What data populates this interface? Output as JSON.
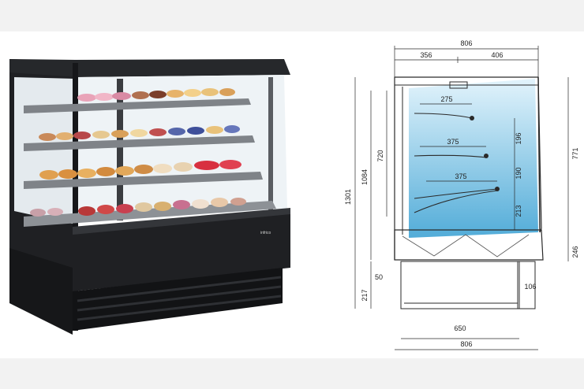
{
  "colors": {
    "cabinet": "#1f2023",
    "cabinet_dark": "#111214",
    "shelf": "#7f8388",
    "glass": "#eef3f6",
    "interior_blue": "#3fa3d4",
    "interior_light": "#dff2fb",
    "line": "#2a2a2a"
  },
  "photo": {
    "brand_label": "infrico"
  },
  "drawing": {
    "dims": {
      "top_total": "806",
      "top_left": "356",
      "top_right": "406",
      "shelf_top_depth": "275",
      "shelf_mid_depth": "375",
      "shelf_low_depth": "375",
      "shelf_gap_1": "196",
      "shelf_gap_2": "190",
      "shelf_gap_3": "213",
      "total_height": "1301",
      "cabinet_height": "1084",
      "display_height": "720",
      "right_height": "771",
      "base_right": "246",
      "leg_height": "217",
      "leg_offset": "50",
      "foot_right": "106",
      "base_width": "650",
      "bottom_total": "806"
    }
  }
}
